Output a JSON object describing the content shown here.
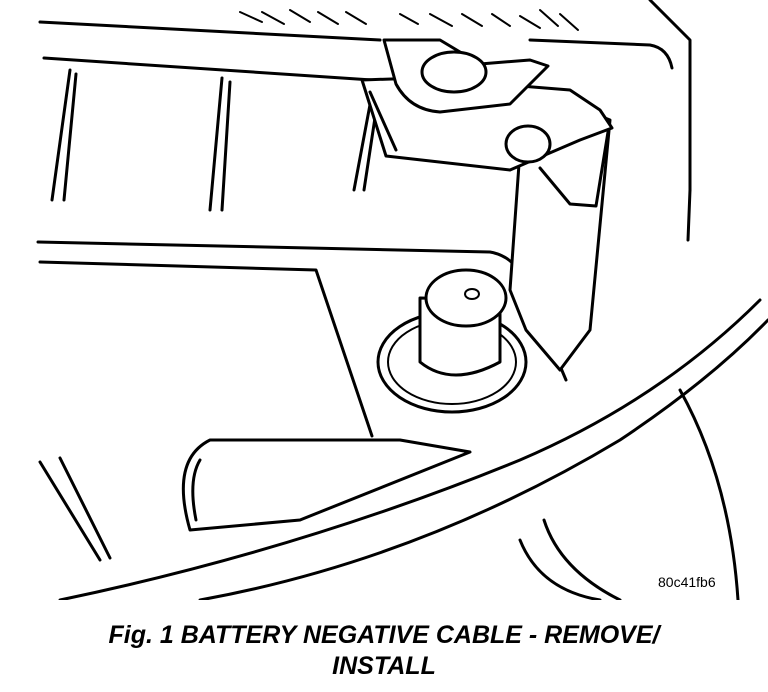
{
  "figure": {
    "illustration_code": "80c41fb6",
    "caption_line1": "Fig. 1 BATTERY NEGATIVE CABLE - REMOVE/",
    "caption_line2": "INSTALL"
  },
  "colors": {
    "ink": "#000000",
    "background": "#ffffff"
  }
}
